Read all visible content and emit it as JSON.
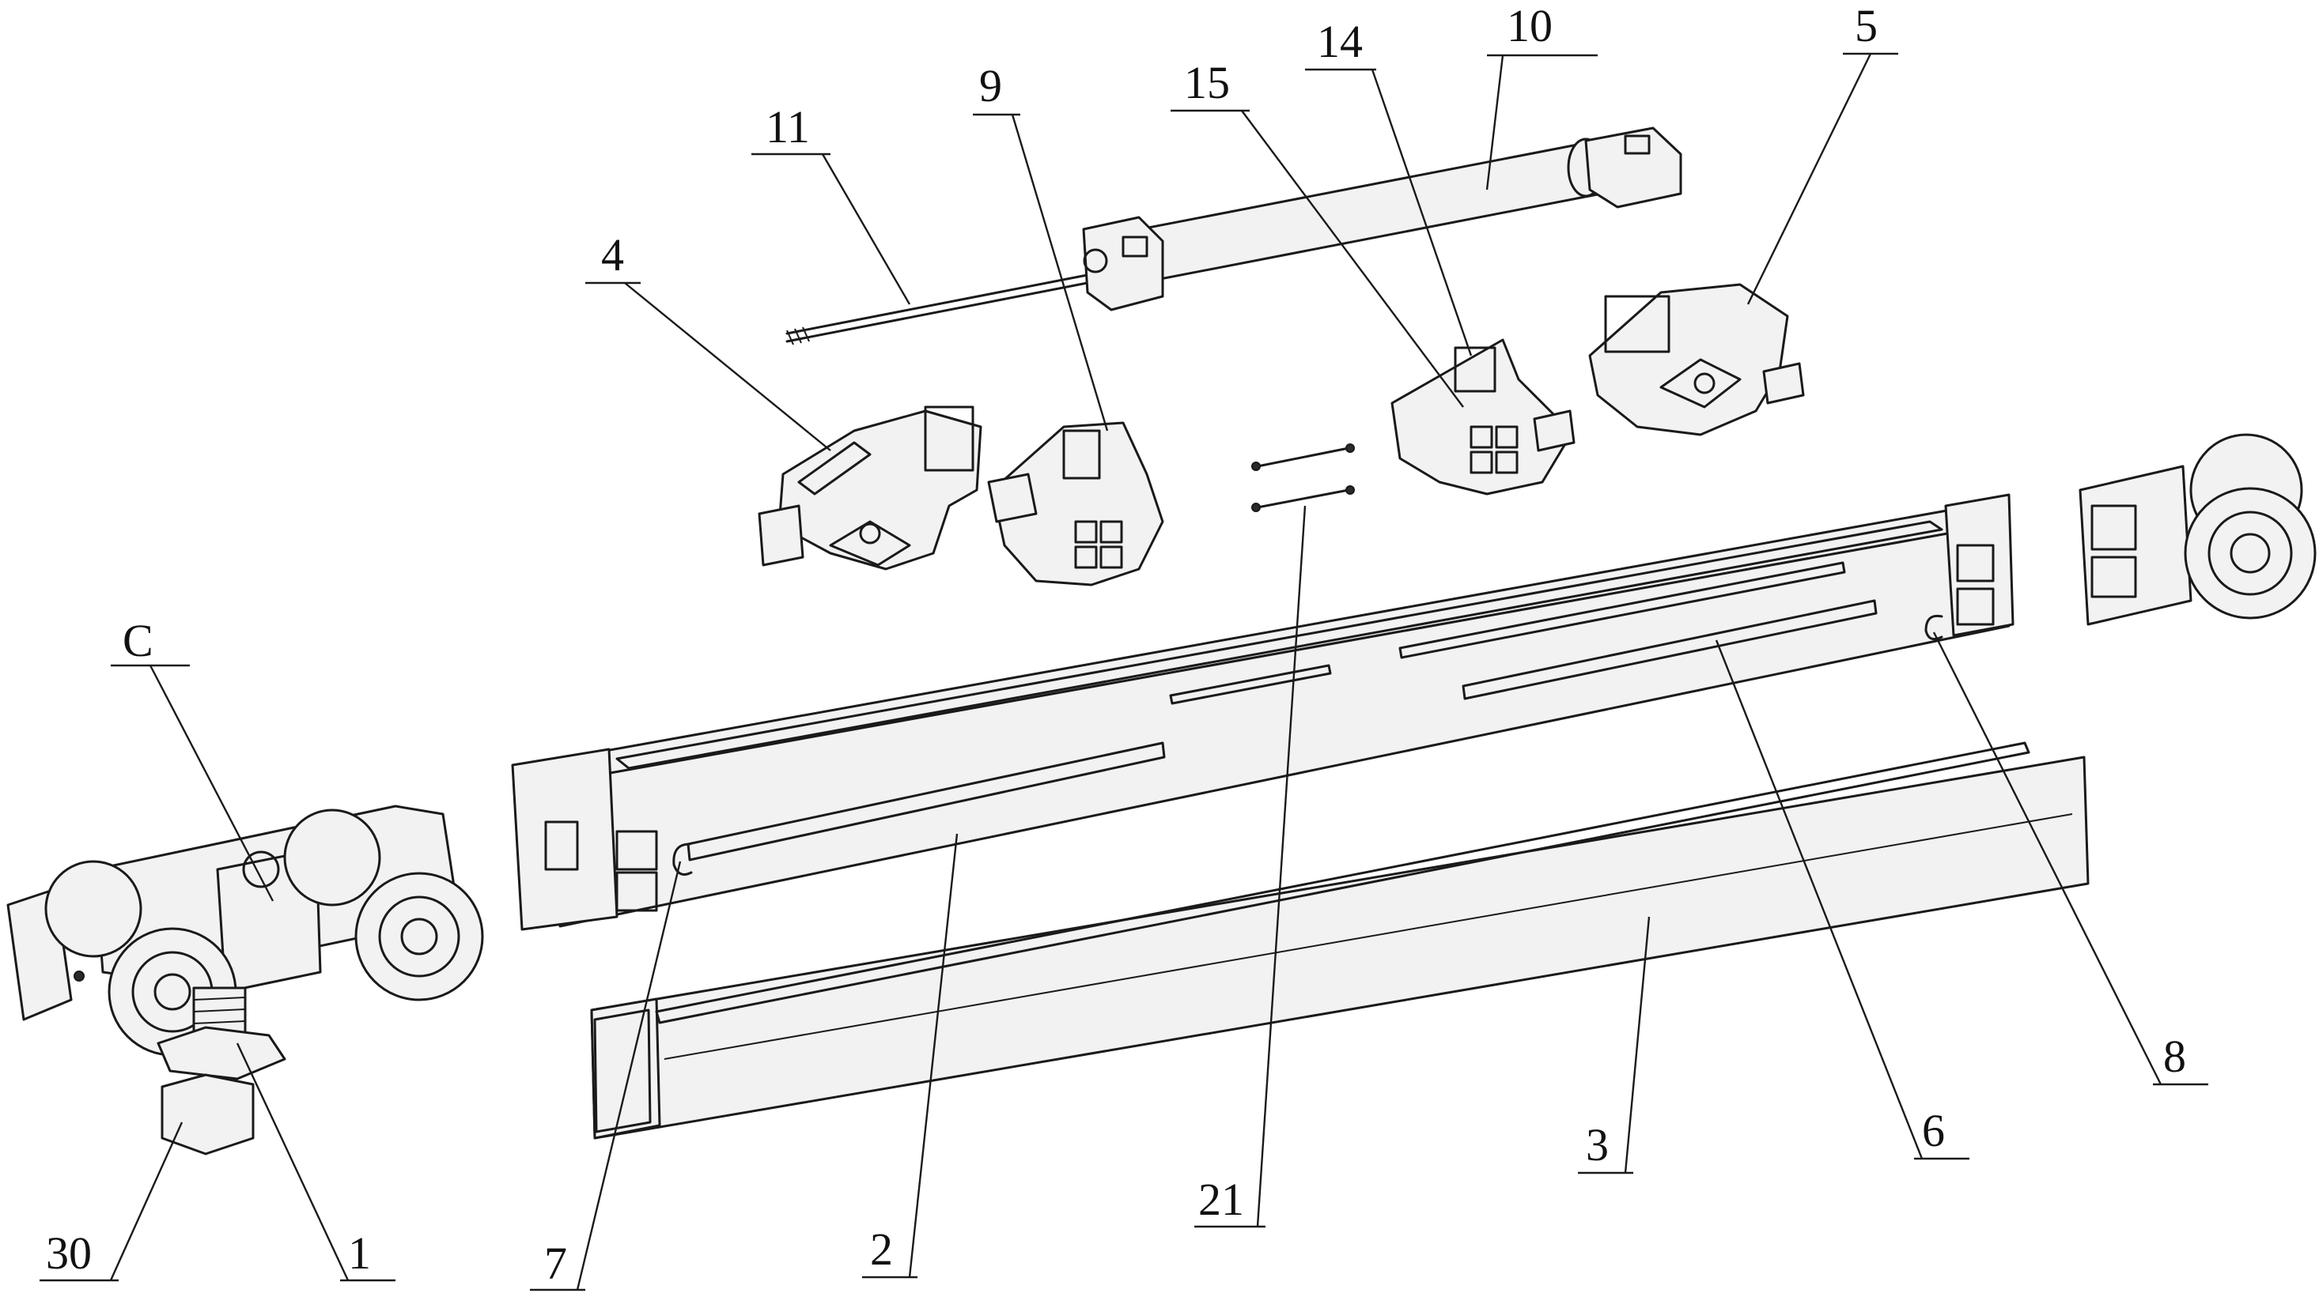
{
  "diagram": {
    "callouts": [
      {
        "id": "c-C",
        "label": "C"
      },
      {
        "id": "c-30",
        "label": "30"
      },
      {
        "id": "c-1",
        "label": "1"
      },
      {
        "id": "c-7",
        "label": "7"
      },
      {
        "id": "c-2",
        "label": "2"
      },
      {
        "id": "c-21",
        "label": "21"
      },
      {
        "id": "c-3",
        "label": "3"
      },
      {
        "id": "c-6",
        "label": "6"
      },
      {
        "id": "c-8",
        "label": "8"
      },
      {
        "id": "c-4",
        "label": "4"
      },
      {
        "id": "c-11",
        "label": "11"
      },
      {
        "id": "c-9",
        "label": "9"
      },
      {
        "id": "c-15",
        "label": "15"
      },
      {
        "id": "c-14",
        "label": "14"
      },
      {
        "id": "c-10",
        "label": "10"
      },
      {
        "id": "c-5",
        "label": "5"
      }
    ]
  }
}
